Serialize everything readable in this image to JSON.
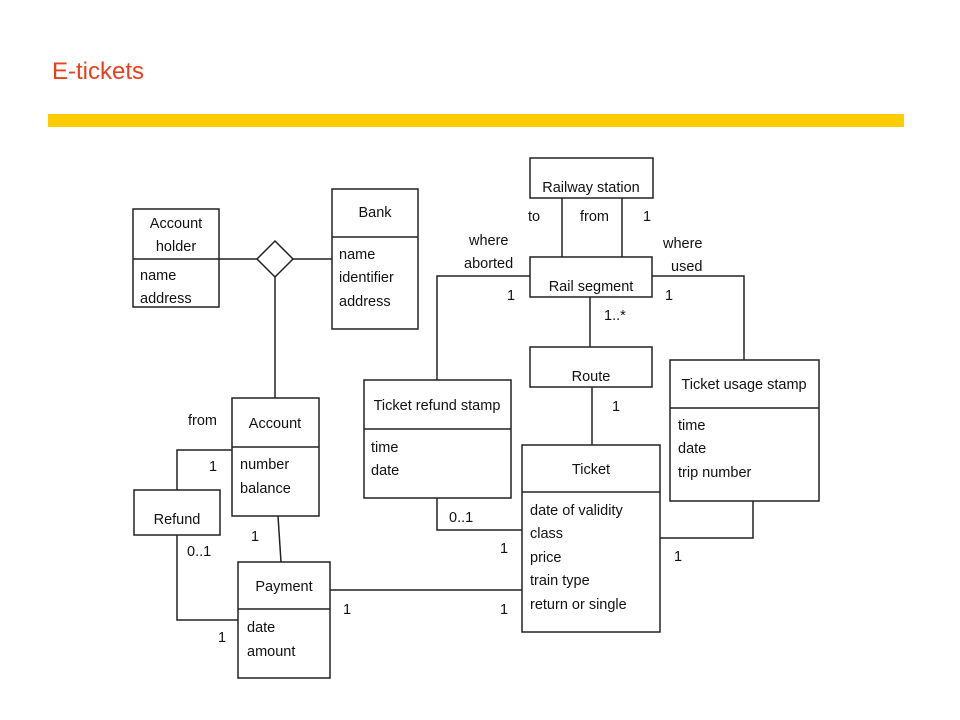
{
  "slide": {
    "title": "E-tickets"
  },
  "colors": {
    "title": "#e8401c",
    "accent_bar": "#ffcc00",
    "lines": "#222222"
  },
  "classes": {
    "account_holder": {
      "name_line1": "Account",
      "name_line2": "holder",
      "attributes": [
        "name",
        "address"
      ]
    },
    "bank": {
      "name": "Bank",
      "attributes": [
        "name",
        "identifier",
        "address"
      ]
    },
    "railway_station": {
      "name": "Railway station"
    },
    "rail_segment": {
      "name": "Rail segment"
    },
    "route": {
      "name": "Route"
    },
    "account": {
      "name": "Account",
      "attributes": [
        "number",
        "balance"
      ]
    },
    "refund": {
      "name": "Refund"
    },
    "payment": {
      "name": "Payment",
      "attributes": [
        "date",
        "amount"
      ]
    },
    "ticket_refund_stamp": {
      "name": "Ticket refund stamp",
      "attributes": [
        "time",
        "date"
      ]
    },
    "ticket": {
      "name": "Ticket",
      "attributes": [
        "date of validity",
        "class",
        "price",
        "train type",
        "return or single"
      ]
    },
    "ticket_usage_stamp": {
      "name": "Ticket usage stamp",
      "attributes": [
        "time",
        "date",
        "trip number"
      ]
    }
  },
  "labels": {
    "to": "to",
    "from_station": "from",
    "station_one": "1",
    "where_aborted_1": "where",
    "where_aborted_2": "aborted",
    "where_used_1": "where",
    "where_used_2": "used",
    "segment_left_one": "1",
    "segment_right_one": "1",
    "segment_many": "1..*",
    "route_one": "1",
    "from_account": "from",
    "account_refund_one": "1",
    "account_payment_one": "1",
    "refund_zero_one": "0..1",
    "refund_payment_one": "1",
    "payment_one": "1",
    "ticket_payment_one": "1",
    "refund_stamp_zero_one": "0..1",
    "ticket_refund_one": "1",
    "ticket_usage_one": "1"
  }
}
